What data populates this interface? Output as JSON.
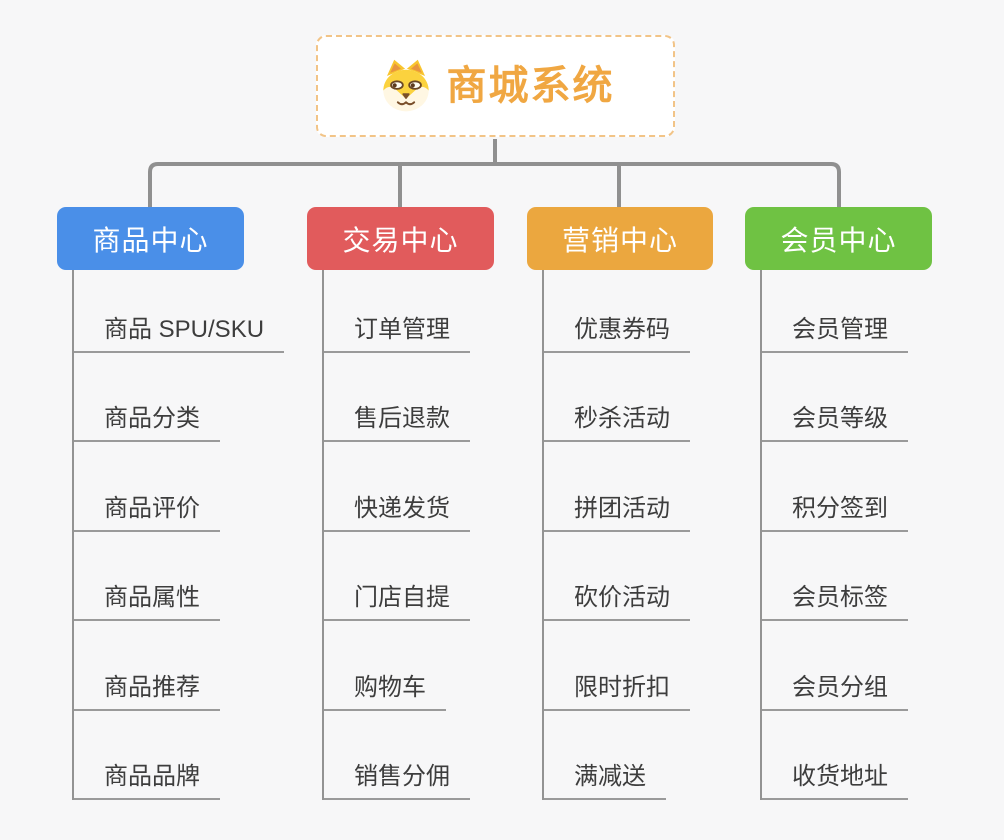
{
  "root": {
    "label": "商城系统",
    "icon": "dog-face-icon"
  },
  "branches": [
    {
      "label": "商品中心",
      "color": "#4a8fe8",
      "items": [
        "商品 SPU/SKU",
        "商品分类",
        "商品评价",
        "商品属性",
        "商品推荐",
        "商品品牌"
      ]
    },
    {
      "label": "交易中心",
      "color": "#e15b5c",
      "items": [
        "订单管理",
        "售后退款",
        "快递发货",
        "门店自提",
        "购物车",
        "销售分佣"
      ]
    },
    {
      "label": "营销中心",
      "color": "#eba73f",
      "items": [
        "优惠券码",
        "秒杀活动",
        "拼团活动",
        "砍价活动",
        "限时折扣",
        "满减送"
      ]
    },
    {
      "label": "会员中心",
      "color": "#6fc243",
      "items": [
        "会员管理",
        "会员等级",
        "积分签到",
        "会员标签",
        "会员分组",
        "收货地址"
      ]
    }
  ],
  "theme": {
    "background": "#f7f7f8",
    "root_text_color": "#f0a742",
    "root_border_color": "#f2c487",
    "connector_color": "#909090",
    "child_line_color": "#9a9a9a",
    "child_text_color": "#3d3d3d"
  }
}
